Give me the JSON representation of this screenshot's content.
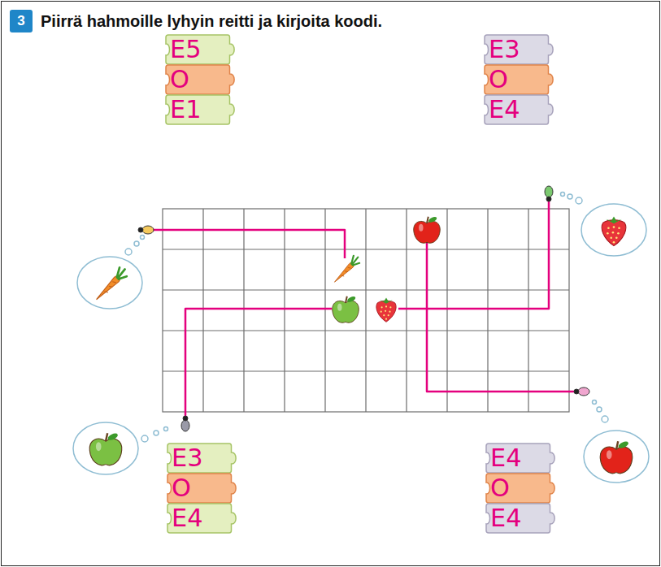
{
  "diagram": {
    "title": "Piirrä hahmoille lyhyin reitti ja kirjoita koodi.",
    "nodes": [
      {
        "text": [
          "3"
        ]
      },
      {
        "text": [
          "E5"
        ]
      },
      {
        "text": [
          "O"
        ]
      },
      {
        "text": [
          "E1"
        ]
      },
      {
        "text": [
          "E3"
        ]
      },
      {
        "text": [
          "O"
        ]
      },
      {
        "text": [
          "E4"
        ]
      },
      {
        "text": [
          "E3"
        ]
      },
      {
        "text": [
          "O"
        ]
      },
      {
        "text": [
          "E4"
        ]
      },
      {
        "text": [
          "E4"
        ]
      },
      {
        "text": [
          "O"
        ]
      },
      {
        "text": [
          "E4"
        ]
      }
    ]
  }
}
